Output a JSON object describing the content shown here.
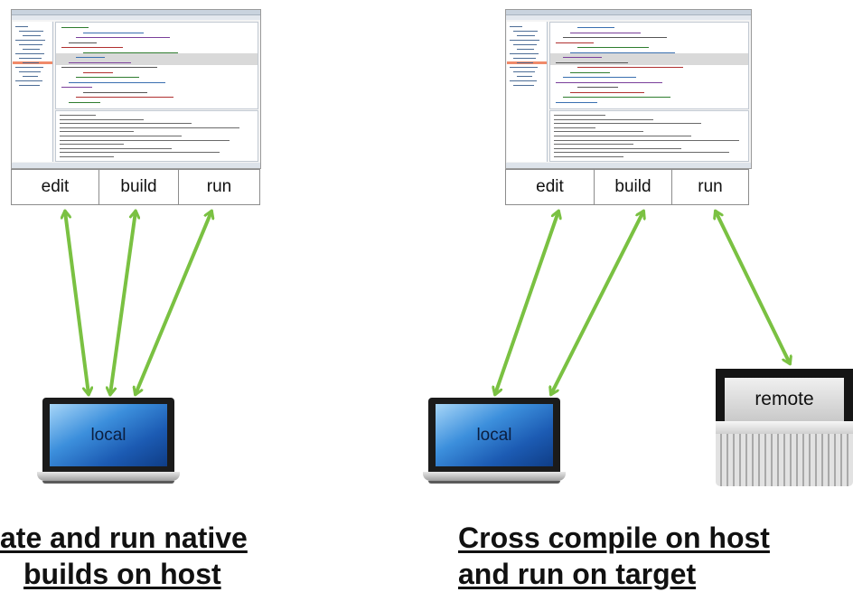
{
  "left_panel": {
    "actions": [
      {
        "label": "edit"
      },
      {
        "label": "build"
      },
      {
        "label": "run"
      }
    ],
    "device_label": "local",
    "caption_lines": [
      "ate and run native",
      "builds on host"
    ]
  },
  "right_panel": {
    "actions": [
      {
        "label": "edit"
      },
      {
        "label": "build"
      },
      {
        "label": "run"
      }
    ],
    "host_label": "local",
    "target_label": "remote",
    "caption_lines": [
      "Cross compile on host",
      "and run on target"
    ]
  },
  "colors": {
    "arrow": "#7ac142",
    "tab_border": "#8c8c8c"
  },
  "icons": [
    "ide-screenshot-icon",
    "laptop-icon",
    "server-icon",
    "double-arrow-icon"
  ]
}
